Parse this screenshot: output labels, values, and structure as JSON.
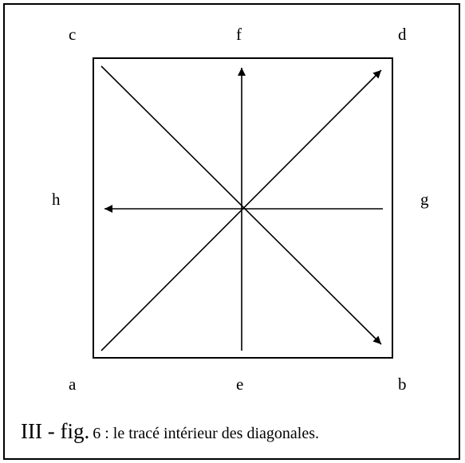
{
  "labels": {
    "a": "a",
    "b": "b",
    "c": "c",
    "d": "d",
    "e": "e",
    "f": "f",
    "g": "g",
    "h": "h"
  },
  "caption": {
    "prefix": "III - fig.",
    "number": "6",
    "text": " : le tracé intérieur des diagonales."
  },
  "colors": {
    "stroke": "#000000",
    "background": "#ffffff"
  }
}
